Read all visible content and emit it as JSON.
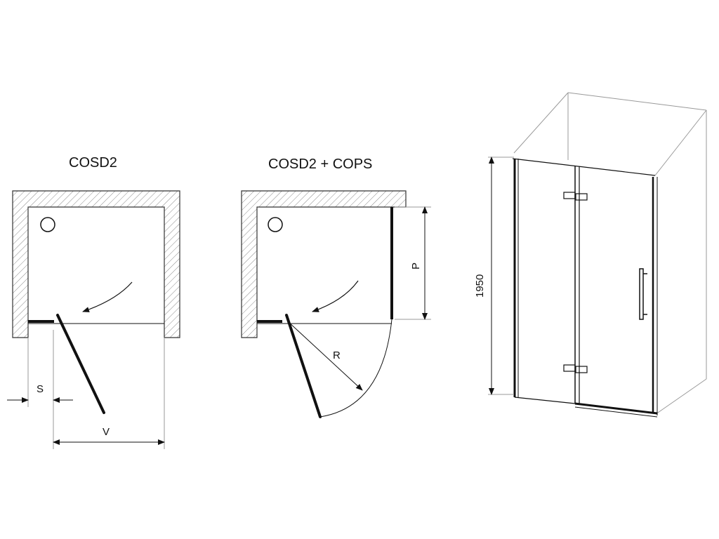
{
  "diagram": {
    "left": {
      "title": "COSD2",
      "dim_s": "S",
      "dim_v": "V"
    },
    "middle": {
      "title": "COSD2 + COPS",
      "dim_r": "R",
      "dim_p": "P"
    },
    "right": {
      "height": "1950"
    }
  },
  "colors": {
    "line": "#111111",
    "wall_outline": "#333333",
    "hatch": "#888888",
    "light_line": "#aaaaaa"
  }
}
